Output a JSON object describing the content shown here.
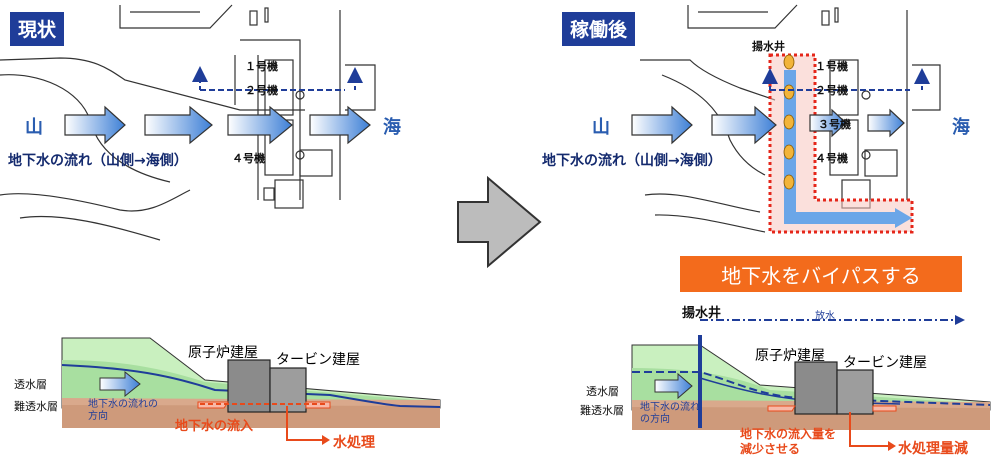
{
  "left": {
    "tag": "現状",
    "mountain": "山",
    "sea": "海",
    "flow_caption": "地下水の流れ（山側→海側）",
    "units": [
      "１号機",
      "２号機",
      "４号機"
    ],
    "section": {
      "permeable": "透水層",
      "impermeable": "難透水層",
      "direction": "地下水の流れの方向",
      "reactor": "原子炉建屋",
      "turbine": "タービン建屋",
      "inflow": "地下水の流入",
      "treatment": "水処理"
    }
  },
  "right": {
    "tag": "稼働後",
    "mountain": "山",
    "sea": "海",
    "well": "揚水井",
    "flow_caption": "地下水の流れ（山側→海側）",
    "units": [
      "１号機",
      "２号機",
      "３号機",
      "４号機"
    ],
    "banner": "地下水をバイパスする",
    "section": {
      "well": "揚水井",
      "discharge": "放水",
      "permeable": "透水層",
      "impermeable": "難透水層",
      "direction": "地下水の流れの方向",
      "reactor": "原子炉建屋",
      "turbine": "タービン建屋",
      "inflow": "地下水の流入量を減少させる",
      "treatment": "水処理量減"
    }
  },
  "colors": {
    "tag_bg": "#1f3d99",
    "banner": "#f36b1c",
    "accent_red": "#e84a1b",
    "flow_blue": "#2a5db0"
  }
}
